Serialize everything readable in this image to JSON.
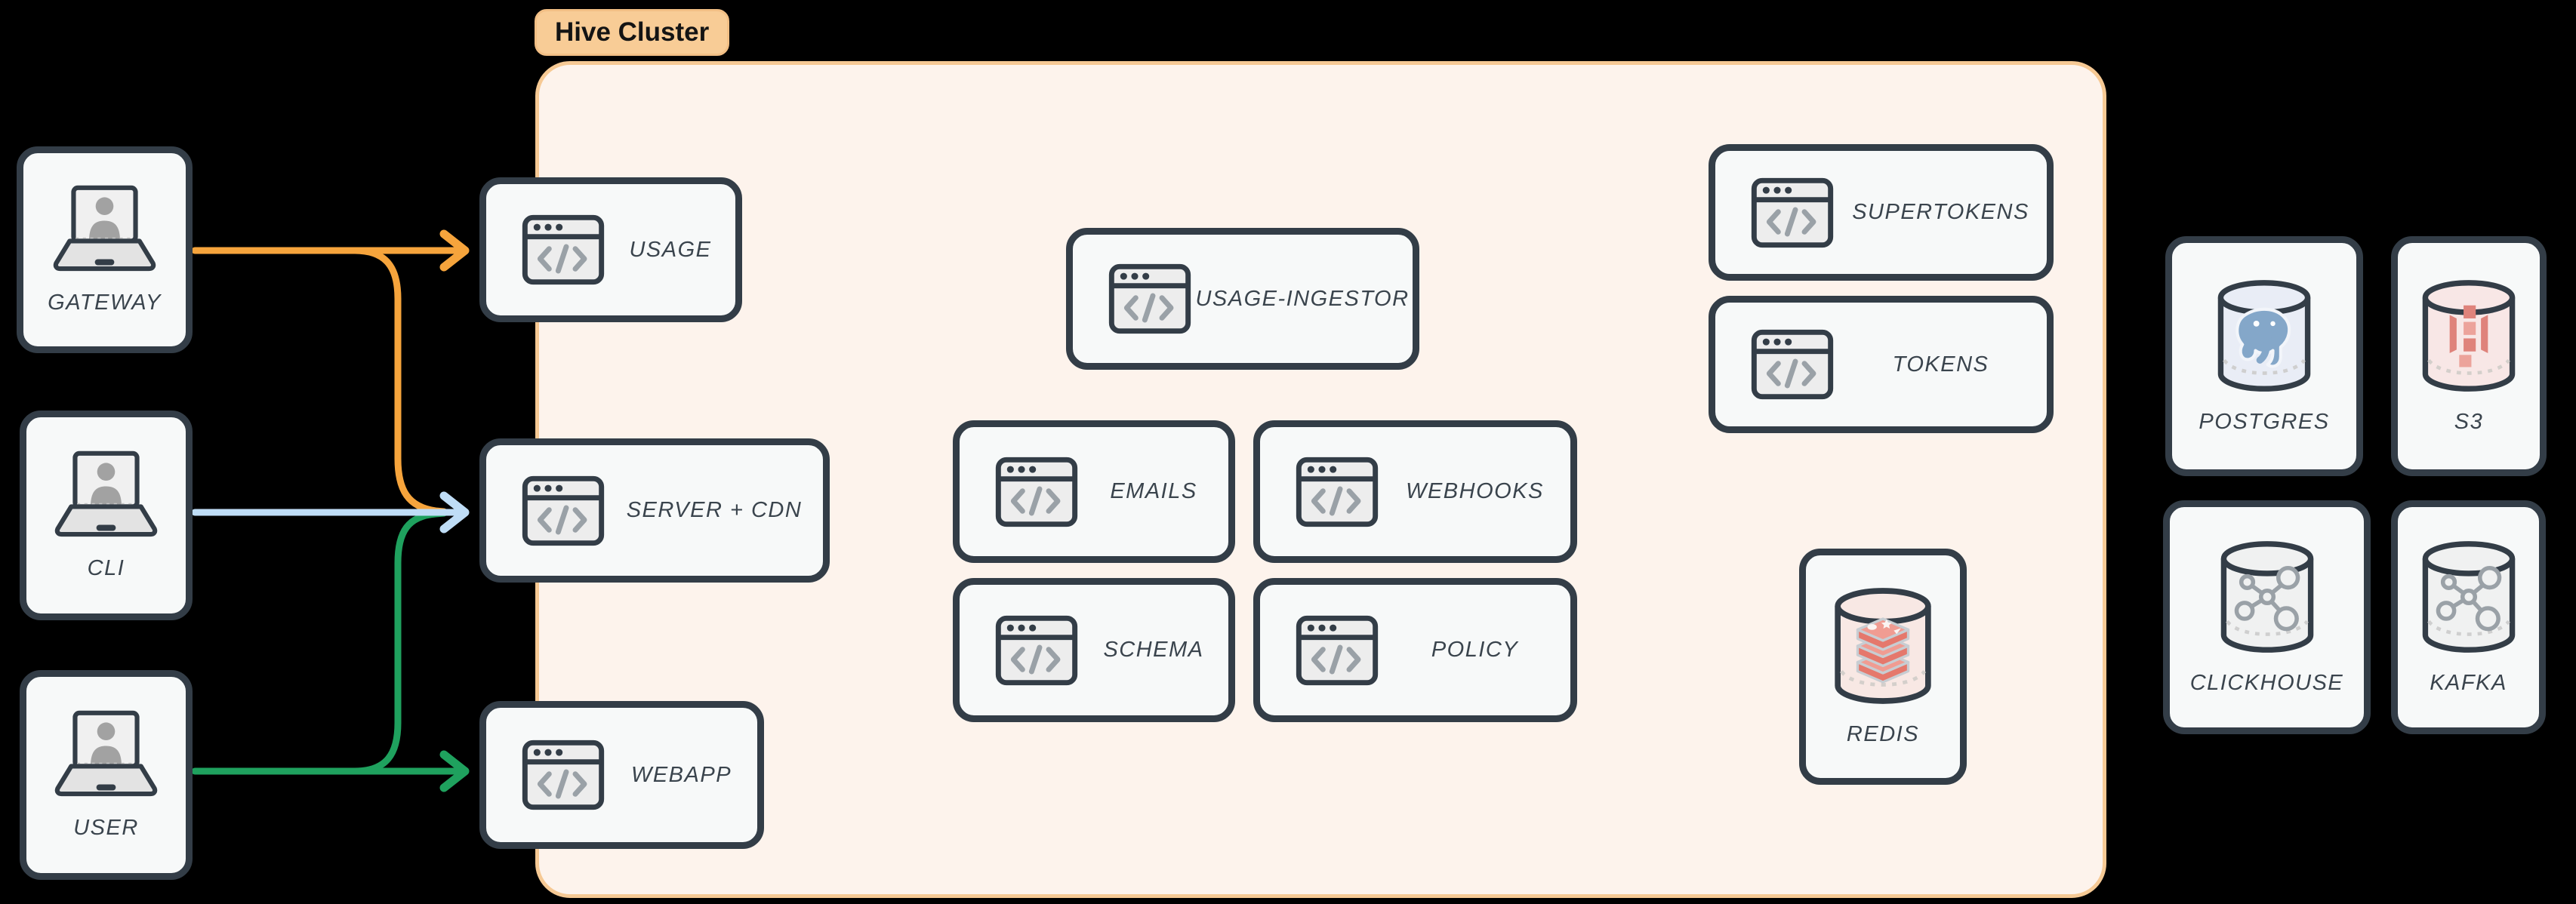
{
  "badge": {
    "label": "Hive Cluster"
  },
  "actors": [
    {
      "id": "gateway",
      "label": "GATEWAY",
      "icon": "laptop-user-icon"
    },
    {
      "id": "cli",
      "label": "CLI",
      "icon": "laptop-user-icon"
    },
    {
      "id": "user",
      "label": "USER",
      "icon": "laptop-user-icon"
    }
  ],
  "cluster": {
    "services": [
      {
        "id": "usage",
        "label": "USAGE",
        "icon": "code-window-icon"
      },
      {
        "id": "server-cdn",
        "label": "SERVER + CDN",
        "icon": "code-window-icon"
      },
      {
        "id": "webapp",
        "label": "WEBAPP",
        "icon": "code-window-icon"
      },
      {
        "id": "usage-ingestor",
        "label": "USAGE-INGESTOR",
        "icon": "code-window-icon"
      },
      {
        "id": "emails",
        "label": "EMAILS",
        "icon": "code-window-icon"
      },
      {
        "id": "webhooks",
        "label": "WEBHOOKS",
        "icon": "code-window-icon"
      },
      {
        "id": "schema",
        "label": "SCHEMA",
        "icon": "code-window-icon"
      },
      {
        "id": "policy",
        "label": "POLICY",
        "icon": "code-window-icon"
      },
      {
        "id": "supertokens",
        "label": "SUPERTOKENS",
        "icon": "code-window-icon"
      },
      {
        "id": "tokens",
        "label": "TOKENS",
        "icon": "code-window-icon"
      }
    ],
    "cache": {
      "id": "redis",
      "label": "REDIS",
      "icon": "redis-database-icon"
    }
  },
  "databases": [
    {
      "id": "postgres",
      "label": "POSTGRES",
      "icon": "postgres-database-icon"
    },
    {
      "id": "s3",
      "label": "S3",
      "icon": "s3-database-icon"
    },
    {
      "id": "clickhouse",
      "label": "CLICKHOUSE",
      "icon": "network-database-icon"
    },
    {
      "id": "kafka",
      "label": "KAFKA",
      "icon": "network-database-icon"
    }
  ],
  "edges": [
    {
      "from": "GATEWAY",
      "to": "USAGE",
      "color_key": "arrow_gateway"
    },
    {
      "from": "GATEWAY",
      "to": "SERVER + CDN",
      "color_key": "arrow_gateway"
    },
    {
      "from": "CLI",
      "to": "SERVER + CDN",
      "color_key": "arrow_cli"
    },
    {
      "from": "USER",
      "to": "SERVER + CDN",
      "color_key": "arrow_user"
    },
    {
      "from": "USER",
      "to": "WEBAPP",
      "color_key": "arrow_user"
    }
  ],
  "colors": {
    "arrow_gateway": "#F6A43C",
    "arrow_cli": "#BFDDF6",
    "arrow_user": "#1FA15E",
    "cluster_fill": "#FDF3EC",
    "cluster_border": "#F6C994",
    "badge_fill": "#F8CC96",
    "node_border": "#333D47",
    "node_fill": "#F7F9F9",
    "label_text": "#3A444D"
  }
}
